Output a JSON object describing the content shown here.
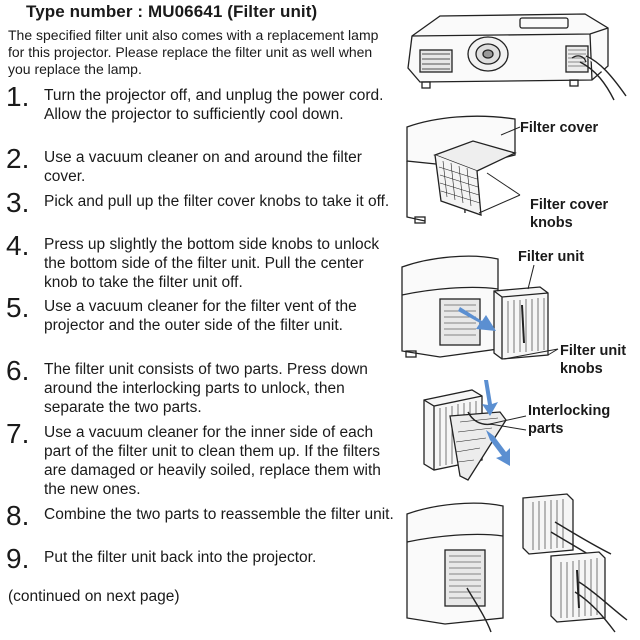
{
  "header": {
    "title": "Type number : MU06641 (Filter unit)"
  },
  "intro": "The specified filter unit also comes with a replacement lamp for this projector. Please replace the filter unit as well when you replace the lamp.",
  "steps": [
    {
      "number": "1.",
      "text": "Turn the projector off, and unplug the power cord. Allow the projector to sufficiently cool down."
    },
    {
      "number": "2.",
      "text": "Use a vacuum cleaner on and around the filter cover."
    },
    {
      "number": "3.",
      "text": "Pick and pull up the filter cover knobs to take it off."
    },
    {
      "number": "4.",
      "text": "Press up slightly the bottom side knobs to unlock the bottom side of the filter unit. Pull the center knob to take the filter unit off."
    },
    {
      "number": "5.",
      "text": "Use a vacuum cleaner for the filter vent of the projector and the outer side of the filter unit."
    },
    {
      "number": "6.",
      "text": "The filter unit consists of two parts. Press down around the interlocking parts to unlock, then separate the two parts."
    },
    {
      "number": "7.",
      "text": "Use a vacuum cleaner for the inner side of each part of the filter unit to clean them up. If the filters are damaged or heavily soiled, replace them with the new ones."
    },
    {
      "number": "8.",
      "text": "Combine the two parts to reassemble the filter unit."
    },
    {
      "number": "9.",
      "text": "Put the filter unit back into the projector."
    }
  ],
  "footer": "(continued on next page)",
  "callouts": {
    "filter_cover": "Filter cover",
    "filter_cover_knobs": "Filter cover knobs",
    "filter_unit": "Filter unit",
    "filter_unit_knobs": "Filter unit knobs",
    "interlocking_parts": "Interlocking parts"
  },
  "colors": {
    "text": "#1a1a1a",
    "arrow": "#5b8fd1",
    "line": "#222222"
  }
}
